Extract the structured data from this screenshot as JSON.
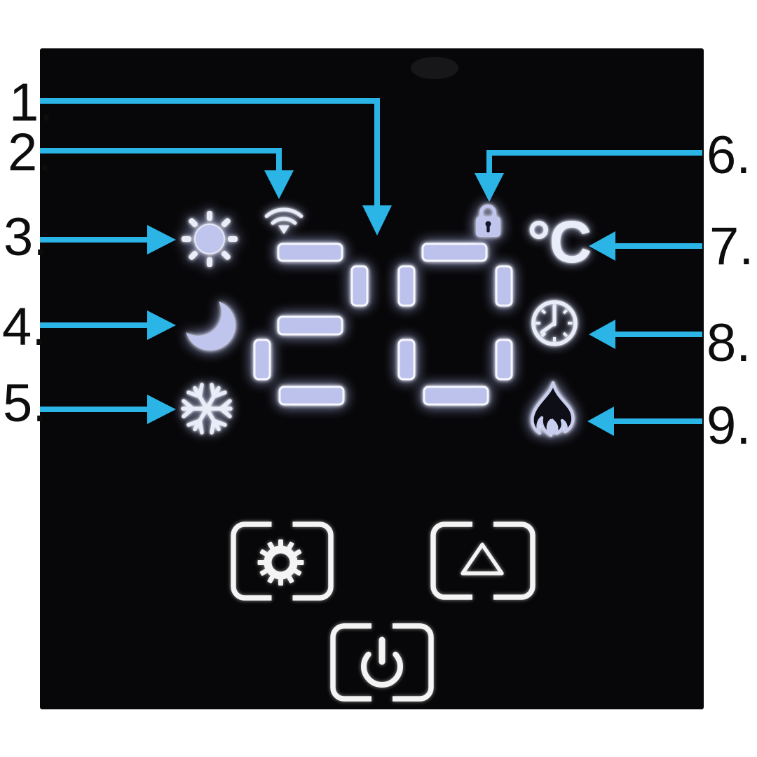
{
  "display": {
    "temperature": "20",
    "unit": "°C"
  },
  "callouts": [
    {
      "number": "1.",
      "points_to": "temperature-display"
    },
    {
      "number": "2.",
      "points_to": "wifi-icon"
    },
    {
      "number": "3.",
      "points_to": "sun-icon"
    },
    {
      "number": "4.",
      "points_to": "moon-icon"
    },
    {
      "number": "5.",
      "points_to": "snowflake-icon"
    },
    {
      "number": "6.",
      "points_to": "lock-icon"
    },
    {
      "number": "7.",
      "points_to": "celsius-icon"
    },
    {
      "number": "8.",
      "points_to": "clock-icon"
    },
    {
      "number": "9.",
      "points_to": "flame-icon"
    }
  ],
  "buttons": [
    {
      "name": "settings",
      "icon": "gear-icon"
    },
    {
      "name": "up",
      "icon": "triangle-up-icon"
    },
    {
      "name": "power",
      "icon": "power-icon"
    }
  ],
  "indicator_icons": [
    "wifi-icon",
    "sun-icon",
    "moon-icon",
    "snowflake-icon",
    "lock-icon",
    "celsius-icon",
    "clock-icon",
    "flame-icon"
  ],
  "colors": {
    "arrow": "#2bb4e6",
    "panel": "#070709",
    "segment": "#bdc2ec",
    "icon_lavender": "#c0c5ee",
    "icon_bright": "#e9ecf9",
    "button": "#f4f4f4",
    "label": "#0d0d0d"
  }
}
